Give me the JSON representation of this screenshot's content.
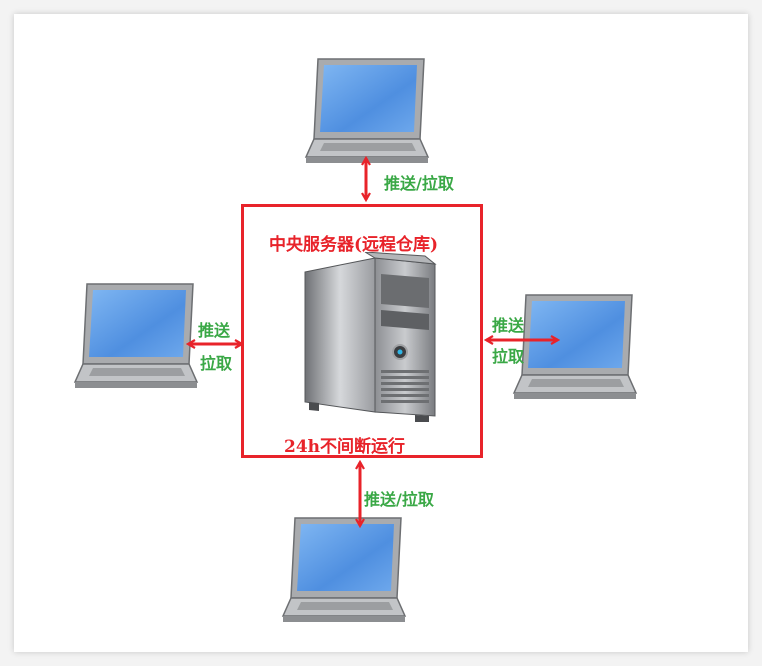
{
  "colors": {
    "accent_red": "#e8232a",
    "label_green": "#3aa846",
    "screen_blue": "#4f8fe0"
  },
  "server": {
    "title": "中央服务器(远程仓库)",
    "status": "24h不间断运行",
    "icon": "server-tower-icon"
  },
  "clients": {
    "icon": "laptop-icon",
    "top": {
      "sync_label": "推送/拉取"
    },
    "bottom": {
      "sync_label": "推送/拉取"
    },
    "left": {
      "push_label": "推送",
      "pull_label": "拉取"
    },
    "right": {
      "push_label": "推送",
      "pull_label": "拉取"
    }
  }
}
